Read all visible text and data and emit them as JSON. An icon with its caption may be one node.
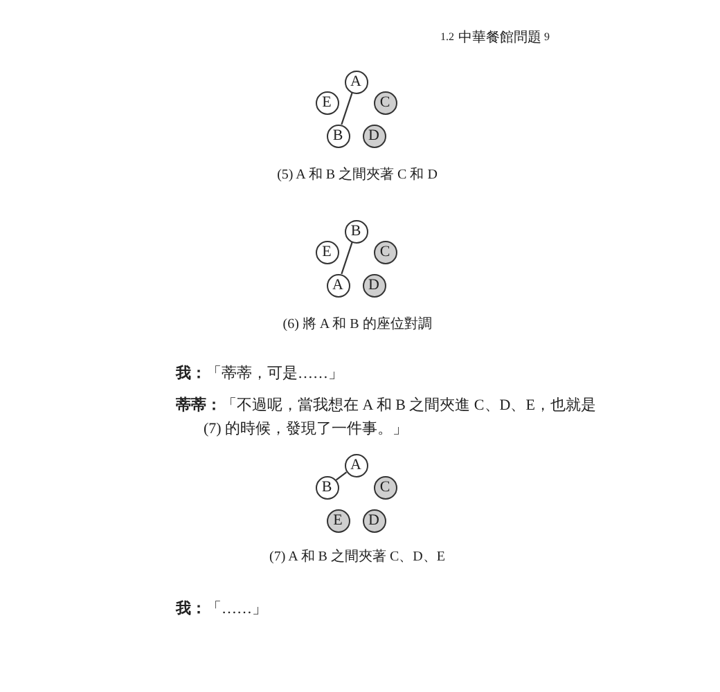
{
  "diagram": {
    "nodes": [
      {
        "text": [
          "A"
        ]
      },
      {
        "text": [
          "E"
        ]
      },
      {
        "text": [
          "C"
        ]
      },
      {
        "text": [
          "B"
        ]
      },
      {
        "text": [
          "D"
        ]
      },
      {
        "text": [
          "B"
        ]
      },
      {
        "text": [
          "E"
        ]
      },
      {
        "text": [
          "C"
        ]
      },
      {
        "text": [
          "A"
        ]
      },
      {
        "text": [
          "D"
        ]
      },
      {
        "text": [
          "A"
        ]
      },
      {
        "text": [
          "B"
        ]
      },
      {
        "text": [
          "C"
        ]
      },
      {
        "text": [
          "E"
        ]
      },
      {
        "text": [
          "D"
        ]
      }
    ],
    "edges": [
      {
        "from": 0,
        "to": 3,
        "arrow": "none"
      },
      {
        "from": 5,
        "to": 8,
        "arrow": "none"
      },
      {
        "from": 10,
        "to": 11,
        "arrow": "none"
      }
    ],
    "labels": [
      "1.2",
      "中華餐館問題",
      "9",
      "(5) A 和 B 之間夾著 C 和 D",
      "(6) 將 A 和 B 的座位對調",
      "**我：**「蒂蒂，可是……」",
      "**蒂蒂：**「不過呢，當我想在 A 和 B 之間夾進 C、D、E，也就是 (7) 的時候，發現了一件事。」",
      "(7) A 和 B 之間夾著 C、D、E",
      "**我：**「……」"
    ]
  }
}
